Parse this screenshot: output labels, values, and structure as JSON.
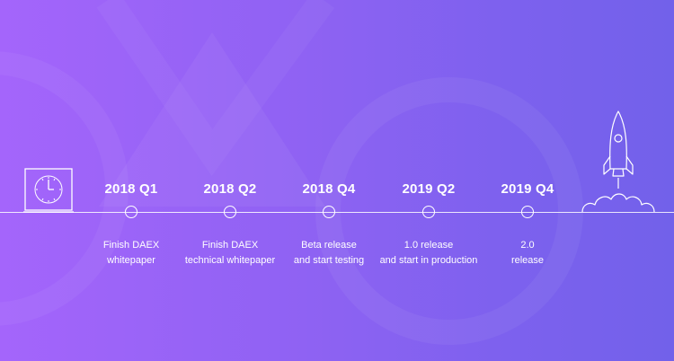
{
  "milestones": [
    {
      "quarter": "2018 Q1",
      "lines": [
        "Finish DAEX",
        "whitepaper"
      ]
    },
    {
      "quarter": "2018 Q2",
      "lines": [
        "Finish DAEX",
        "technical whitepaper"
      ]
    },
    {
      "quarter": "2018 Q4",
      "lines": [
        "Beta release",
        "and start testing"
      ]
    },
    {
      "quarter": "2019 Q2",
      "lines": [
        "1.0 release",
        "and start in production"
      ]
    },
    {
      "quarter": "2019 Q4",
      "lines": [
        "2.0",
        "release"
      ]
    }
  ],
  "icons": {
    "start": "clock-icon",
    "end": "rocket-icon"
  },
  "colors": {
    "gradient_start": "#a465fb",
    "gradient_end": "#7261ea",
    "foreground": "#ffffff"
  }
}
